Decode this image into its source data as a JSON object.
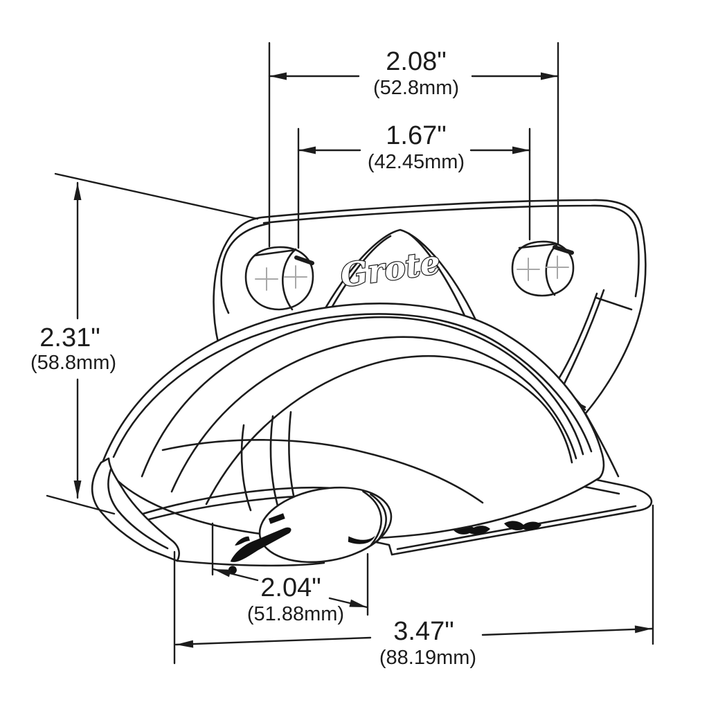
{
  "drawing": {
    "product": "Grote lamp with mounting bracket - dimensioned line drawing",
    "logo": "Grote"
  },
  "colors": {
    "line": "#1c1c1c",
    "center_mark": "#a8a8a8",
    "background": "#ffffff"
  },
  "dimensions": {
    "mounting_holes_outer": {
      "inches": "2.08\"",
      "mm": "(52.8mm)"
    },
    "mounting_holes_inner": {
      "inches": "1.67\"",
      "mm": "(42.45mm)"
    },
    "height": {
      "inches": "2.31\"",
      "mm": "(58.8mm)"
    },
    "lens_width": {
      "inches": "2.04\"",
      "mm": "(51.88mm)"
    },
    "overall_width": {
      "inches": "3.47\"",
      "mm": "(88.19mm)"
    }
  }
}
